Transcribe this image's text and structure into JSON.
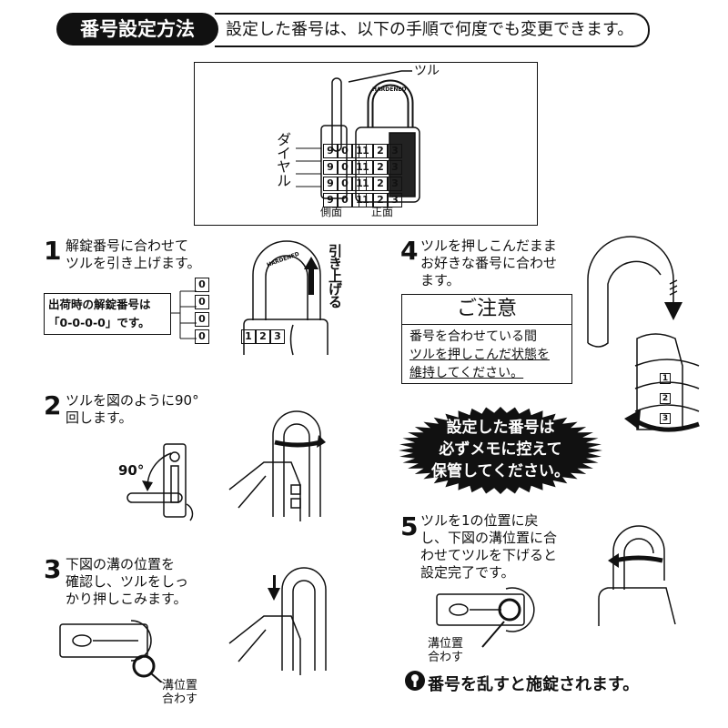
{
  "header": {
    "title": "番号設定方法",
    "subtitle": "設定した番号は、以下の手順で何度でも変更できます。"
  },
  "overview_figure": {
    "shackle_label": "ツル",
    "dial_label": "ダイヤル",
    "side_label": "側面",
    "front_label": "正面",
    "brand_text": "HARDENED",
    "dial_digits": [
      "9",
      "0",
      "1"
    ],
    "front_digits": [
      "1",
      "2",
      "3"
    ]
  },
  "steps": [
    {
      "number": "1",
      "lines": [
        "解錠番号に合わせて",
        "ツルを引き上げます。"
      ],
      "arrow_label": "引き上げる"
    },
    {
      "number": "2",
      "lines": [
        "ツルを図のように90°",
        "回します。"
      ],
      "angle_label": "90°"
    },
    {
      "number": "3",
      "lines": [
        "下図の溝の位置を",
        "確認し、ツルをしっ",
        "かり押しこみます。"
      ],
      "groove_label": [
        "溝位置",
        "合わす"
      ]
    },
    {
      "number": "4",
      "lines": [
        "ツルを押しこんだまま",
        "お好きな番号に合わせ",
        "ます。"
      ]
    },
    {
      "number": "5",
      "lines": [
        "ツルを1の位置に戻",
        "し、下図の溝位置に合",
        "わせてツルを下げると",
        "設定完了です。"
      ],
      "groove_label": [
        "溝位置",
        "合わす"
      ]
    }
  ],
  "factory_code": {
    "lines": [
      "出荷時の解錠番号は",
      "「0-0-0-0」です。"
    ],
    "digits": [
      "0",
      "0",
      "0",
      "0"
    ]
  },
  "caution": {
    "title": "ご注意",
    "lines": [
      "番号を合わせている間",
      "ツルを押しこんだ状態を",
      "維持してください。"
    ]
  },
  "warning_burst": {
    "lines": [
      "設定した番号は",
      "必ずメモに控えて",
      "保管してください。"
    ]
  },
  "step4_dial_digits": [
    "1",
    "2",
    "3"
  ],
  "footer_note": "番号を乱すと施錠されます。"
}
